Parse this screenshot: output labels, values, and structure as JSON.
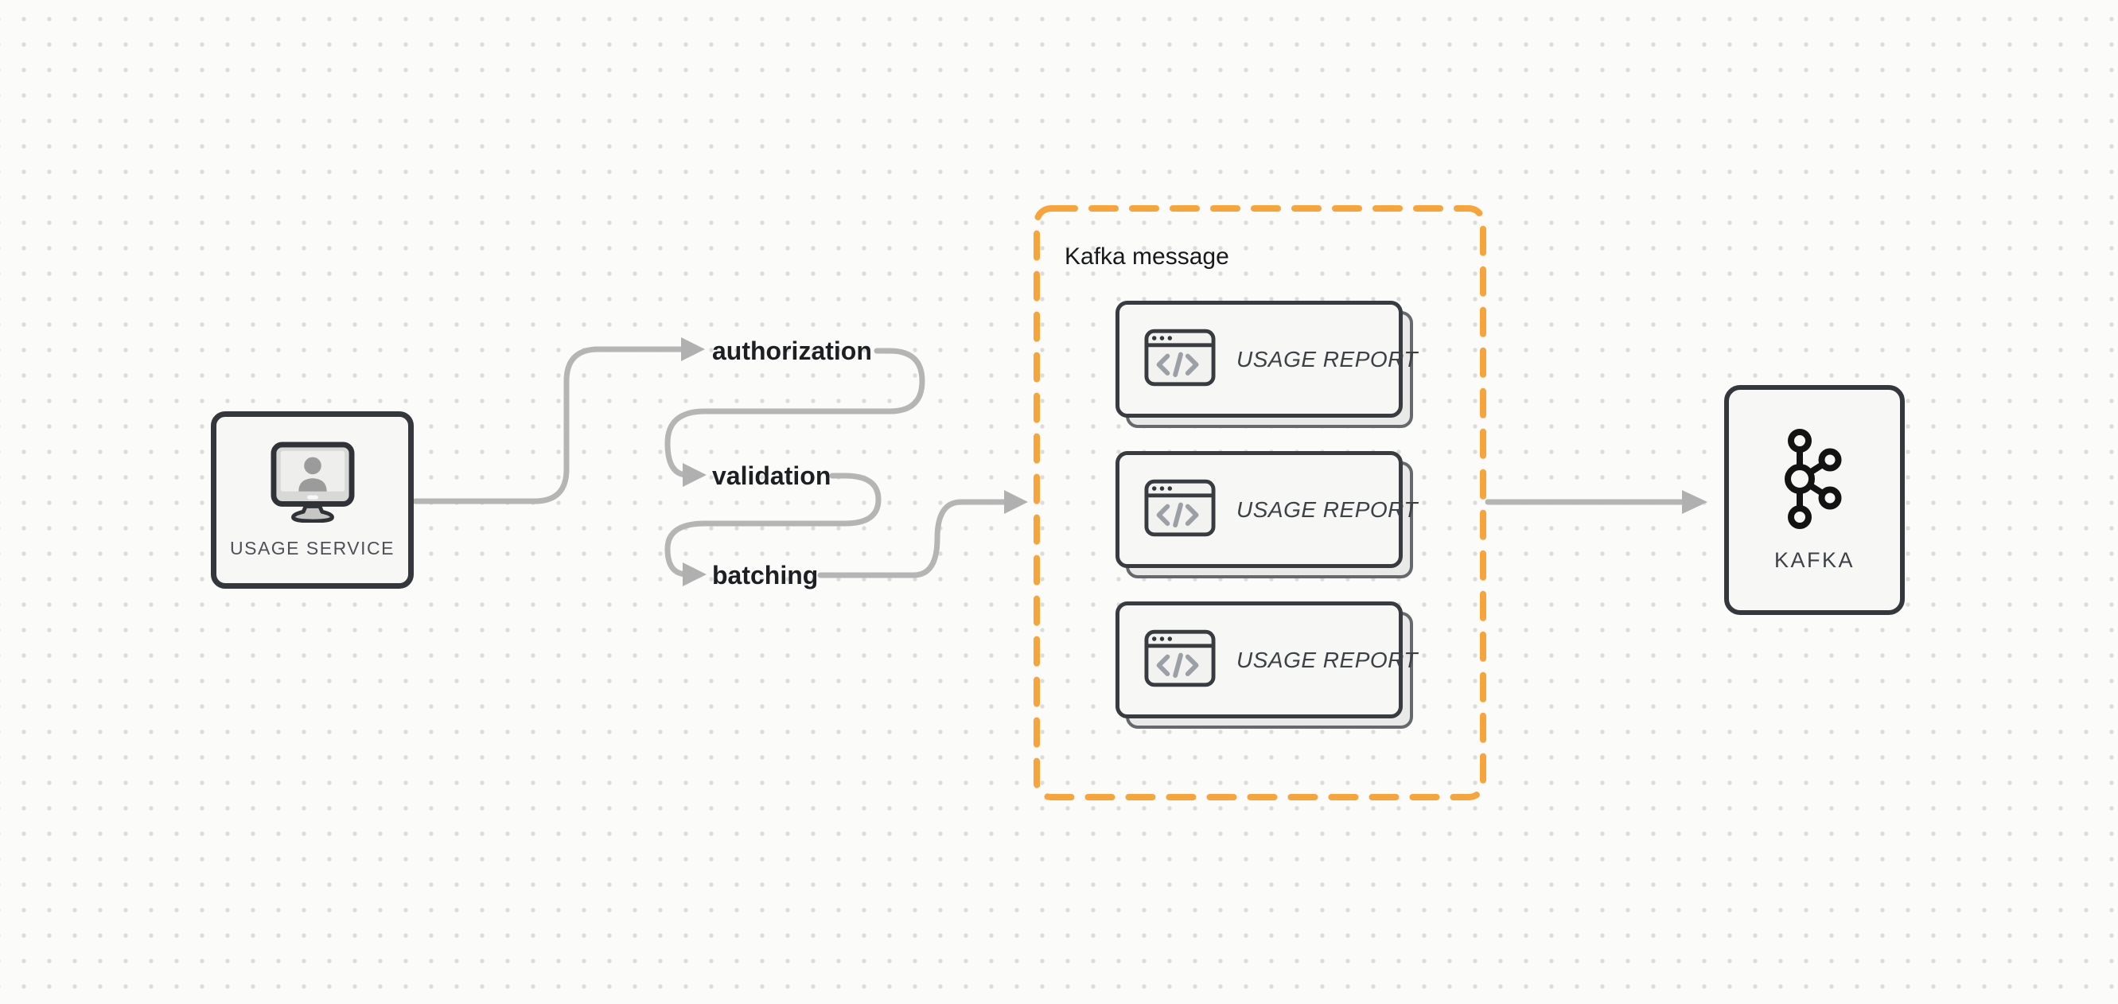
{
  "background": {
    "color": "#fbfbfa",
    "dot_color": "#dcdcdb"
  },
  "connectors": {
    "line_color": "#b5b5b5",
    "style": "curved-with-arrowheads"
  },
  "usage_service": {
    "label": "USAGE SERVICE",
    "icon": "monitor-user-icon"
  },
  "steps": [
    {
      "label": "authorization"
    },
    {
      "label": "validation"
    },
    {
      "label": "batching"
    }
  ],
  "kafka_message": {
    "label": "Kafka message",
    "border_color": "#F7A43B",
    "border_style": "dashed",
    "cards": [
      {
        "label": "USAGE REPORT",
        "icon": "code-window-icon"
      },
      {
        "label": "USAGE REPORT",
        "icon": "code-window-icon"
      },
      {
        "label": "USAGE REPORT",
        "icon": "code-window-icon"
      }
    ]
  },
  "kafka": {
    "label": "KAFKA",
    "icon": "kafka-logo-icon"
  }
}
